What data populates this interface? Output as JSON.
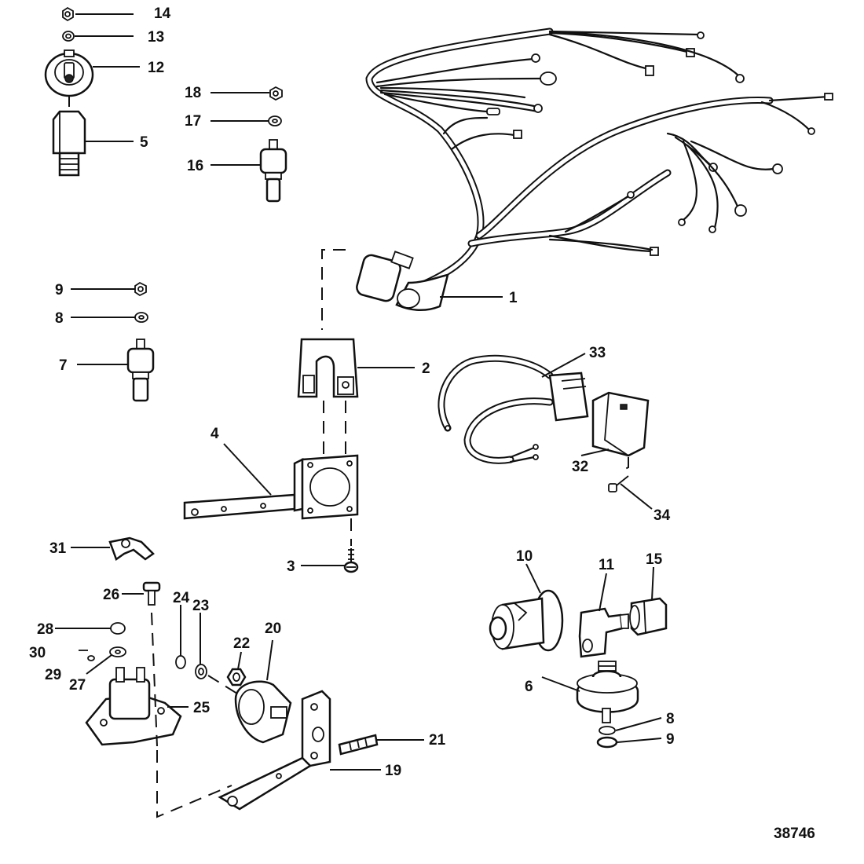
{
  "figure_number": "38746",
  "callouts": {
    "c1": "1",
    "c2": "2",
    "c3": "3",
    "c4": "4",
    "c5": "5",
    "c6": "6",
    "c7": "7",
    "c8a": "8",
    "c8b": "8",
    "c9a": "9",
    "c9b": "9",
    "c10": "10",
    "c11": "11",
    "c12": "12",
    "c13": "13",
    "c14": "14",
    "c15": "15",
    "c16": "16",
    "c17": "17",
    "c18": "18",
    "c19": "19",
    "c20": "20",
    "c21": "21",
    "c22": "22",
    "c23": "23",
    "c24": "24",
    "c25": "25",
    "c26": "26",
    "c27": "27",
    "c28": "28",
    "c29": "29",
    "c30": "30",
    "c31": "31",
    "c32": "32",
    "c33": "33",
    "c34": "34"
  }
}
